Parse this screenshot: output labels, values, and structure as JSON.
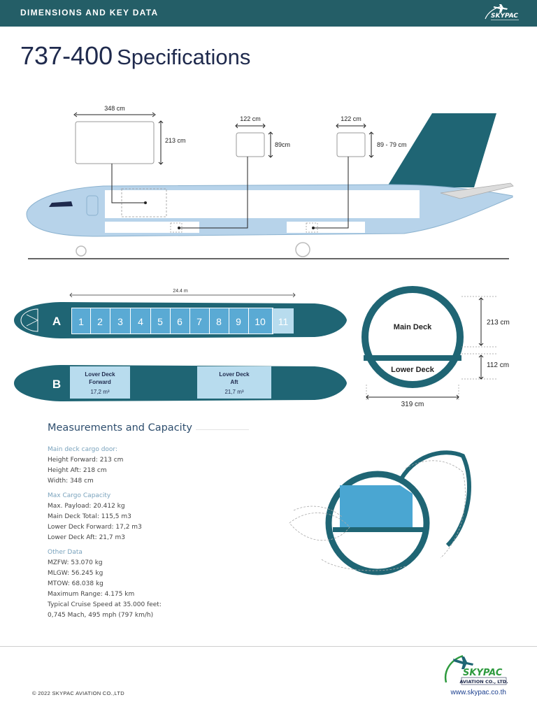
{
  "header": {
    "section_title": "DIMENSIONS AND KEY DATA",
    "logo_text": "SKYPAC"
  },
  "page": {
    "model": "737-400",
    "title_suffix": "Specifications"
  },
  "side_view": {
    "main_door_width": "348 cm",
    "main_door_height": "213 cm",
    "fwd_door_width": "122 cm",
    "fwd_door_height": "89cm",
    "aft_door_width": "122 cm",
    "aft_door_height": "89 - 79 cm"
  },
  "deck_plan": {
    "length": "24.4 m",
    "main_deck_label": "A",
    "lower_deck_label": "B",
    "positions": [
      "1",
      "2",
      "3",
      "4",
      "5",
      "6",
      "7",
      "8",
      "9",
      "10",
      "11"
    ],
    "lower_fwd": {
      "line1": "Lover Deck",
      "line2": "Forward",
      "volume": "17,2 m³"
    },
    "lower_aft": {
      "line1": "Lover Deck",
      "line2": "Aft",
      "volume": "21,7 m³"
    }
  },
  "cross_section": {
    "main_deck": "Main Deck",
    "lower_deck": "Lower Deck",
    "main_height": "213 cm",
    "lower_height": "112 cm",
    "width": "319 cm"
  },
  "measurements": {
    "title": "Measurements and Capacity",
    "groups": [
      {
        "heading": "Main deck cargo door:",
        "items": [
          "Height Forward: 213 cm",
          "Height Aft: 218 cm",
          "Width: 348 cm"
        ]
      },
      {
        "heading": "Max Cargo Capacity",
        "items": [
          "Max. Payload: 20.412 kg",
          "Main Deck Total: 115,5 m3",
          "Lower Deck Forward: 17,2 m3",
          "Lower Deck Aft: 21,7 m3"
        ]
      },
      {
        "heading": "Other Data",
        "items": [
          "MZFW: 53.070 kg",
          "MLGW: 56.245 kg",
          "MTOW: 68.038 kg",
          "Maximum Range: 4.175 km",
          "Typical Cruise Speed at 35.000 feet:",
          "0,745 Mach, 495 mph (797 km/h)"
        ]
      }
    ]
  },
  "footer": {
    "copyright": "© 2022 SKYPAC AVIATION CO.,LTD",
    "website": "www.skypac.co.th",
    "logo_main": "SKYPAC",
    "logo_sub": "AVIATION CO., LTD."
  },
  "colors": {
    "brand_teal": "#245e67",
    "deck_teal": "#1f6574",
    "fuselage_blue": "#b7d3ea",
    "title_navy": "#1f2a4d"
  }
}
